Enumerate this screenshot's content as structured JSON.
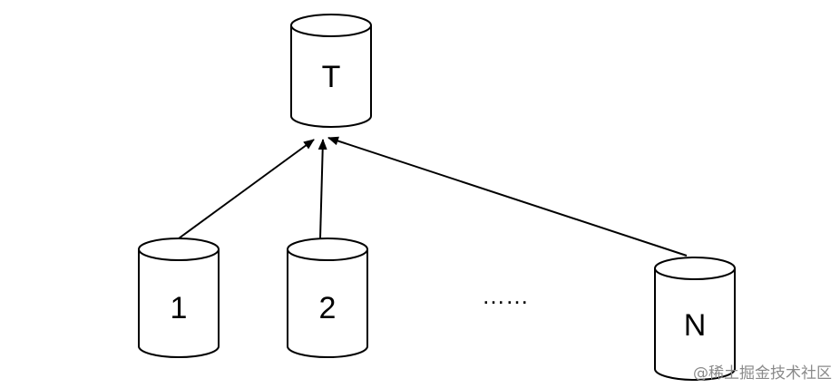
{
  "diagram": {
    "nodes": {
      "target": {
        "label": "T"
      },
      "source_1": {
        "label": "1"
      },
      "source_2": {
        "label": "2"
      },
      "source_n": {
        "label": "N"
      }
    },
    "ellipsis": "……",
    "edges": [
      {
        "from": "1",
        "to": "T"
      },
      {
        "from": "2",
        "to": "T"
      },
      {
        "from": "N",
        "to": "T"
      }
    ]
  },
  "watermark": {
    "text": "@稀土掘金技术社区"
  }
}
